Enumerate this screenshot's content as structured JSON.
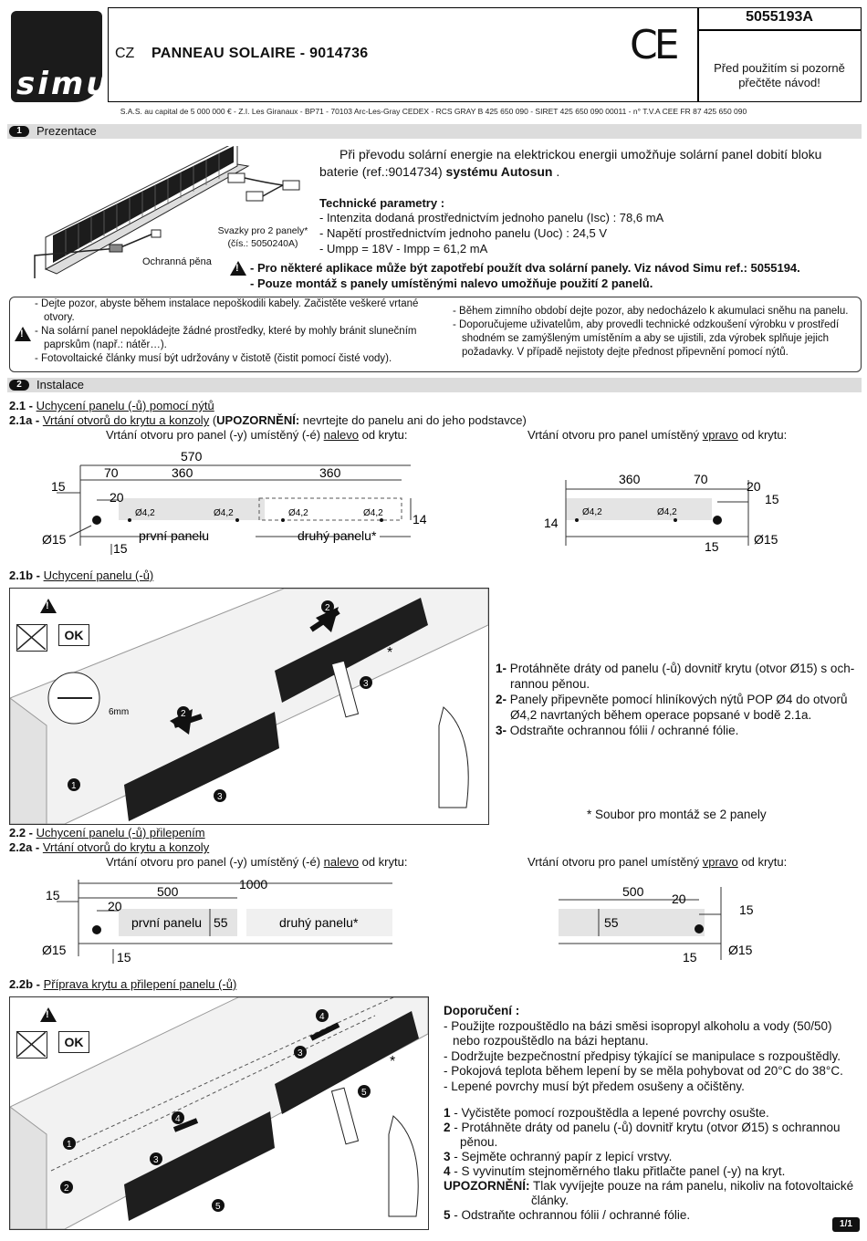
{
  "header": {
    "brand": "simu",
    "lang": "CZ",
    "title": "PANNEAU SOLAIRE - 9014736",
    "ce_mark": "CE",
    "doc_code": "5055193A",
    "read_note": "Před použitím si pozorně přečtěte návod!",
    "legal": "S.A.S. au capital de 5 000 000 € - Z.I. Les Giranaux - BP71 - 70103 Arc-Les-Gray CEDEX - RCS GRAY B 425 650 090 - SIRET 425 650 090 00011 - n° T.V.A CEE FR 87 425 650 090"
  },
  "section1": {
    "num": "1",
    "title": "Prezentace",
    "intro_a": "Při převodu solární energie na elektrickou energii umožňuje solární panel dobití bloku baterie (ref.:9014734) ",
    "intro_b": "systému Autosun",
    "intro_c": " .",
    "label_harness": "Svazky pro 2 panely*",
    "label_harness_ref": "(čís.: 5050240A)",
    "label_foam": "Ochranná pěna",
    "tech_title": "Technické parametry :",
    "tech_items": [
      "- Intenzita dodaná prostřednictvím jednoho panelu (Isc) : 78,6 mA",
      "- Napětí prostřednictvím jednoho panelu (Uoc) : 24,5 V",
      "- Umpp = 18V - Impp = 61,2 mA"
    ],
    "warn_line1": "- Pro některé aplikace může být zapotřebí použít dva solární panely. Viz návod Simu ref.: 5055194.",
    "warn_line2": "- Pouze montáž s panely umístěnými nalevo umožňuje použití 2 panelů.",
    "box_left": [
      "- Dejte pozor, abyste během instalace nepoškodili kabely. Začistěte veškeré vrtané",
      "otvory.",
      "- Na solární panel nepokládejte žádné prostředky, které by mohly bránit slunečním",
      "paprskům (např.: nátěr…).",
      "- Fotovoltaické články musí být udržovány v čistotě (čistit pomocí čisté vody)."
    ],
    "box_right": [
      "- Během zimního období dejte pozor, aby nedocházelo k akumulaci sněhu na panelu.",
      "- Doporučujeme uživatelům, aby provedli technické odzkoušení výrobku v prostředí",
      "shodném se zamýšleným umístěním a aby se ujistili, zda výrobek splňuje jejich",
      "požadavky. V případě nejistoty dejte přednost připevnění pomocí nýtů."
    ]
  },
  "section2": {
    "num": "2",
    "title": "Instalace",
    "h21_num": "2.1 - ",
    "h21": "Uchycení panelu (-ů) pomocí nýtů",
    "h21a_num": "2.1a - ",
    "h21a": "Vrtání otvorů do krytu a konzoly",
    "h21a_warn_b": "UPOZORNĚNÍ:",
    "h21a_warn": " nevrtejte do panelu ani do jeho podstavce)",
    "left_caption_a": "Vrtání otvoru pro panel (-y) umístěný (-é) ",
    "left_caption_u": "nalevo",
    "left_caption_b": " od krytu:",
    "right_caption_a": "Vrtání otvoru pro panel umístěný ",
    "right_caption_u": "vpravo",
    "right_caption_b": " od krytu:",
    "d1": {
      "d570": "570",
      "d70": "70",
      "d360a": "360",
      "d360b": "360",
      "d15": "15",
      "d20": "20",
      "phi4a": "Ø4,2",
      "phi4b": "Ø4,2",
      "phi4c": "Ø4,2",
      "phi4d": "Ø4,2",
      "d14": "14",
      "phi15": "Ø15",
      "d15b": "15",
      "panel1": "první panelu",
      "panel2": "druhý panelu*"
    },
    "d2": {
      "d360": "360",
      "d70": "70",
      "d20": "20",
      "d15": "15",
      "d14": "14",
      "phi4a": "Ø4,2",
      "phi4b": "Ø4,2",
      "phi15": "Ø15",
      "d15b": "15"
    },
    "h21b_num": "2.1b - ",
    "h21b": "Uchycení panelu (-ů)",
    "ok": "OK",
    "mm6": "6mm",
    "steps_b": [
      {
        "n": "1-",
        "t": " Protáhněte dráty od panelu (-ů) dovnitř krytu (otvor Ø15) s och-"
      },
      {
        "n": "",
        "t": "rannou pěnou."
      },
      {
        "n": "2-",
        "t": " Panely připevněte pomocí hliníkových nýtů POP Ø4 do otvorů"
      },
      {
        "n": "",
        "t": "Ø4,2 navrtaných během operace popsané v bodě 2.1a."
      },
      {
        "n": "3-",
        "t": " Odstraňte ochrannou fólii / ochranné fólie."
      }
    ],
    "footnote": "* Soubor pro montáž se 2 panely",
    "h22_num": "2.2 - ",
    "h22": "Uchycení panelu (-ů) přilepením",
    "h22a_num": "2.2a - ",
    "h22a": "Vrtání otvorů do krytu a konzoly",
    "d3": {
      "d1000": "1000",
      "d500": "500",
      "d15": "15",
      "d20": "20",
      "d55": "55",
      "phi15": "Ø15",
      "d15b": "15",
      "panel1": "první panelu",
      "panel2": "druhý panelu*"
    },
    "d4": {
      "d500": "500",
      "d20": "20",
      "d15": "15",
      "d55": "55",
      "phi15": "Ø15",
      "d15b": "15"
    },
    "h22b_num": "2.2b - ",
    "h22b": "Příprava krytu a přilepení panelu (-ů)",
    "rec_title": "Doporučení :",
    "rec_items": [
      "- Použijte rozpouštědlo na bázi směsi isopropyl alkoholu a vody (50/50)",
      "  nebo rozpouštědlo na bázi heptanu.",
      "- Dodržujte bezpečnostní předpisy týkající se manipulace s rozpouštědly.",
      "- Pokojová teplota během lepení by se měla pohybovat od 20°C do 38°C.",
      "- Lepené povrchy musí být předem osušeny a očištěny."
    ],
    "steps_c": [
      {
        "n": "1",
        "t": " - Vyčistěte pomocí rozpouštědla a lepené povrchy osušte."
      },
      {
        "n": "2",
        "t": " - Protáhněte dráty od panelu (-ů) dovnitř krytu (otvor Ø15) s ochrannou"
      },
      {
        "n": "",
        "t": "pěnou."
      },
      {
        "n": "3",
        "t": " - Sejměte ochranný papír z lepicí vrstvy."
      },
      {
        "n": "4",
        "t": " - S vyvinutím stejnoměrného tlaku přitlačte panel (-y) na kryt."
      },
      {
        "n": "UPOZORNĚNÍ:",
        "t": " Tlak vyvíjejte pouze na rám panelu, nikoliv na fotovoltaické"
      },
      {
        "n": "",
        "t": "články."
      },
      {
        "n": "5",
        "t": " - Odstraňte ochrannou fólii / ochranné fólie."
      }
    ],
    "callouts": [
      "1",
      "2",
      "3",
      "4",
      "5"
    ],
    "star": "*"
  },
  "page": "1/1"
}
